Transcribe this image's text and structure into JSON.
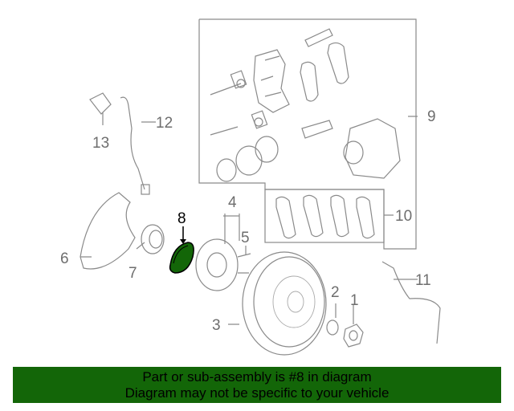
{
  "diagram": {
    "callouts": [
      "1",
      "2",
      "3",
      "4",
      "5",
      "6",
      "7",
      "8",
      "9",
      "10",
      "11",
      "12",
      "13"
    ],
    "highlighted_part": "8",
    "highlight_color": "#136608"
  },
  "banner": {
    "line1": "Part or sub-assembly is #8 in diagram",
    "line2": "Diagram may not be specific to your vehicle",
    "background": "#136608"
  }
}
